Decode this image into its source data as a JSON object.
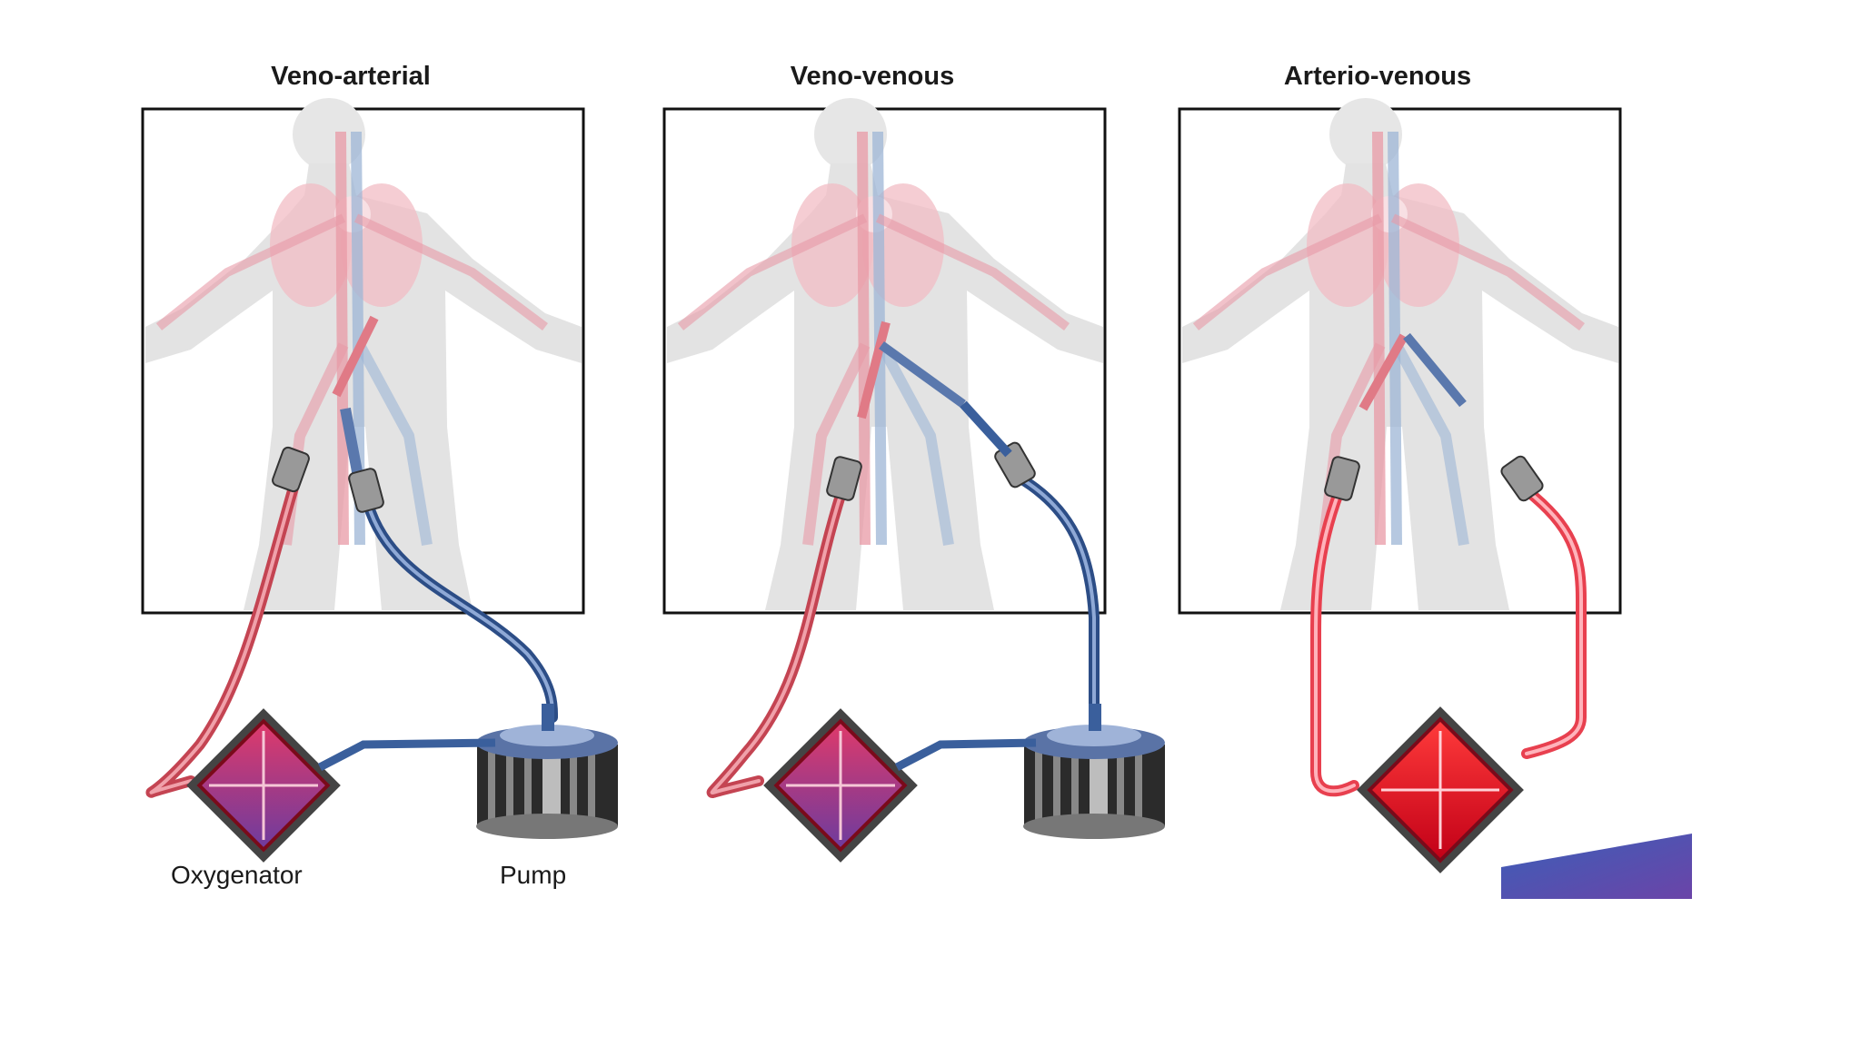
{
  "panels": [
    {
      "title": "Veno-arterial"
    },
    {
      "title": "Veno-venous"
    },
    {
      "title": "Arterio-venous"
    }
  ],
  "labels": {
    "oxygenator": "Oxygenator",
    "pump": "Pump"
  },
  "colors": {
    "arterial": "#d94b5a",
    "venous": "#3a5f9c",
    "body": "#e3e3e3",
    "oxygenator": "#c8102e",
    "pump": "#2b2b2b",
    "frame": "#111111"
  }
}
